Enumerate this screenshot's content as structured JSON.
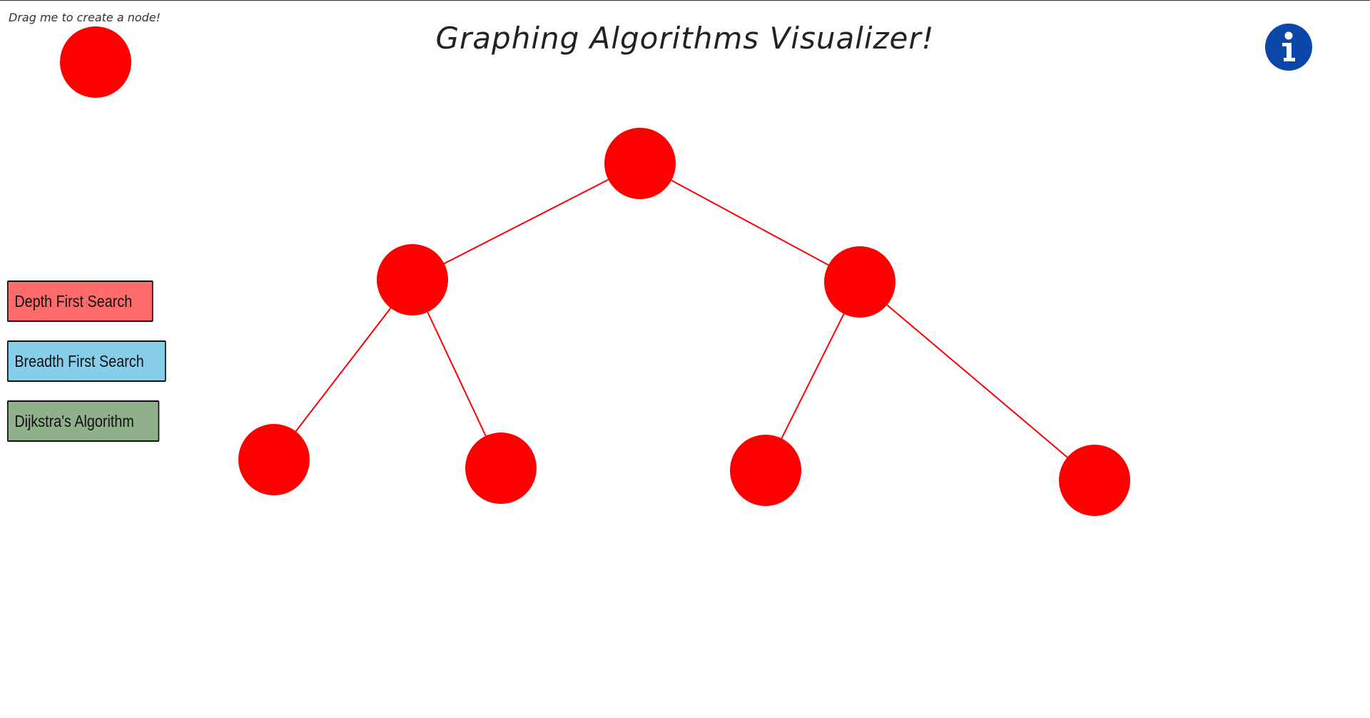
{
  "header": {
    "title": "Graphing Algorithms Visualizer!",
    "drag_hint": "Drag me to create a node!"
  },
  "info_button": {
    "icon": "info-icon",
    "color": "#0a47a8"
  },
  "algorithms": {
    "dfs": {
      "label": "Depth First Search",
      "color": "#ff6b6b"
    },
    "bfs": {
      "label": "Breadth First Search",
      "color": "#87ceeb"
    },
    "dijkstra": {
      "label": "Dijkstra's Algorithm",
      "color": "#8fb08a"
    }
  },
  "graph": {
    "node_color": "#ff0000",
    "edge_color": "#ff0000",
    "nodes": [
      {
        "id": "n1"
      },
      {
        "id": "n2"
      },
      {
        "id": "n3"
      },
      {
        "id": "n4"
      },
      {
        "id": "n5"
      },
      {
        "id": "n6"
      },
      {
        "id": "n7"
      }
    ],
    "edges": [
      [
        "n1",
        "n2"
      ],
      [
        "n1",
        "n3"
      ],
      [
        "n2",
        "n4"
      ],
      [
        "n2",
        "n5"
      ],
      [
        "n3",
        "n6"
      ],
      [
        "n3",
        "n7"
      ]
    ]
  }
}
